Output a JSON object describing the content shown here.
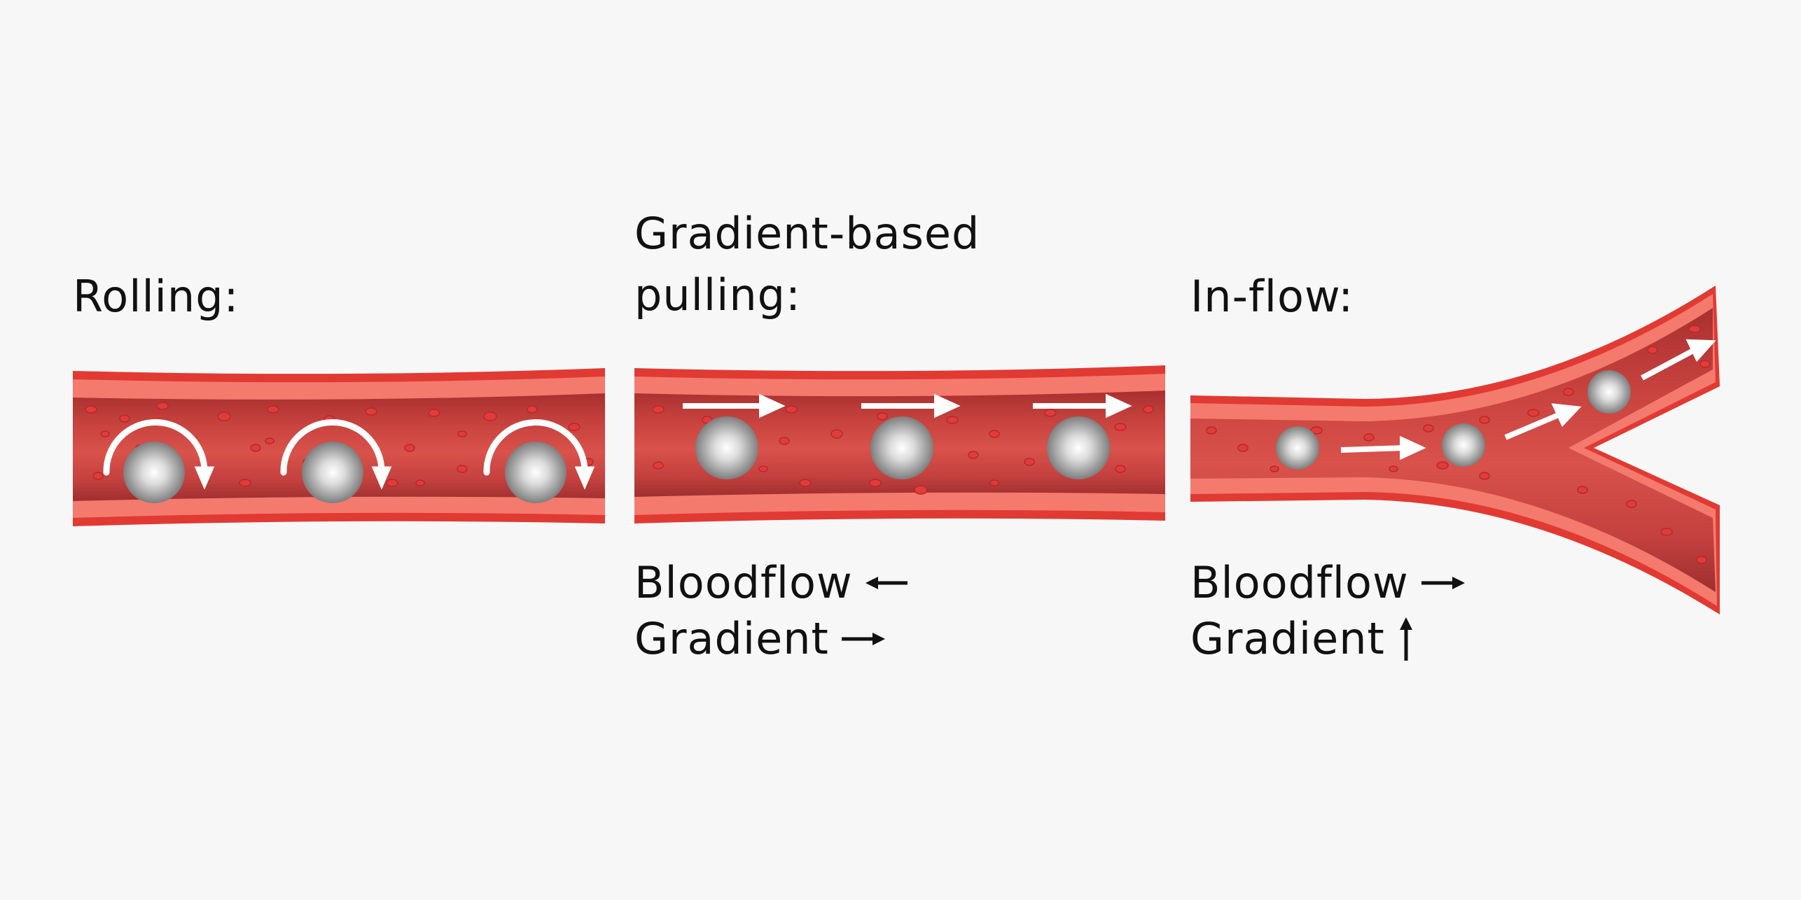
{
  "panels": {
    "rolling": {
      "title": "Rolling:"
    },
    "pulling": {
      "title_line1": "Gradient-based",
      "title_line2": "pulling:",
      "bloodflow_label": "Bloodflow",
      "bloodflow_direction": "left-arrow-icon",
      "gradient_label": "Gradient",
      "gradient_direction": "right-arrow-icon"
    },
    "inflow": {
      "title": "In-flow:",
      "bloodflow_label": "Bloodflow",
      "bloodflow_direction": "right-arrow-icon",
      "gradient_label": "Gradient",
      "gradient_direction": "up-arrow-icon"
    }
  },
  "colors": {
    "background": "#f7f7f7",
    "vessel_outer": "#e03a33",
    "vessel_wall": "#f47a6e",
    "vessel_lumen": "#c4413f",
    "vessel_lumen_dark": "#9e2f2e",
    "cell": "#e23b3b",
    "particle_light": "#ffffff",
    "particle_dark": "#6f6f6f",
    "motion_arrow": "#ffffff",
    "text": "#111111"
  }
}
